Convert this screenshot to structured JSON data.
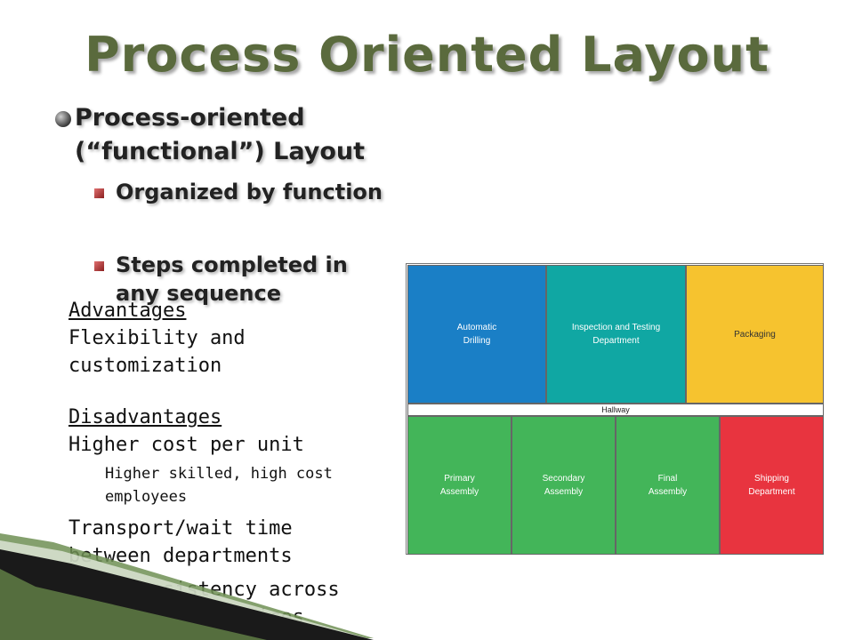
{
  "slide": {
    "title": "Process Oriented Layout",
    "bullet_main": "Process-oriented (“functional”) Layout",
    "sub_bullets": [
      "Organized by function",
      "Steps completed in any sequence"
    ],
    "advantages_heading": "Advantages",
    "advantages_lines": [
      "Flexibility and",
      "customization"
    ],
    "disadvantages_heading": "Disadvantages",
    "disadvantage_1": "Higher cost per unit",
    "disadvantage_1_detail_lines": [
      "Higher skilled, high cost",
      "employees"
    ],
    "disadvantage_2_lines": [
      "Transport/wait time",
      "between departments"
    ],
    "disadvantage_3_lines": [
      "Less consistency across",
      "products or services"
    ]
  },
  "floorplan": {
    "top_row": [
      {
        "label": "Automatic\nDrilling",
        "color": "#1a7fc6",
        "text_color": "#ffffff"
      },
      {
        "label": "Inspection and Testing\nDepartment",
        "color": "#10a7a3",
        "text_color": "#ffffff"
      },
      {
        "label": "Packaging",
        "color": "#f6c32f",
        "text_color": "#333333"
      }
    ],
    "hallway": "Hallway",
    "bottom_row": [
      {
        "label": "Primary\nAssembly",
        "color": "#43b559",
        "text_color": "#ffffff"
      },
      {
        "label": "Secondary\nAssembly",
        "color": "#43b559",
        "text_color": "#ffffff"
      },
      {
        "label": "Final\nAssembly",
        "color": "#43b559",
        "text_color": "#ffffff"
      },
      {
        "label": "Shipping\nDepartment",
        "color": "#e8343f",
        "text_color": "#ffffff"
      }
    ]
  },
  "colors": {
    "title": "#5a6a3d",
    "ribbon_dark": "#1a1a1a",
    "ribbon_green": "#6f8f53"
  }
}
